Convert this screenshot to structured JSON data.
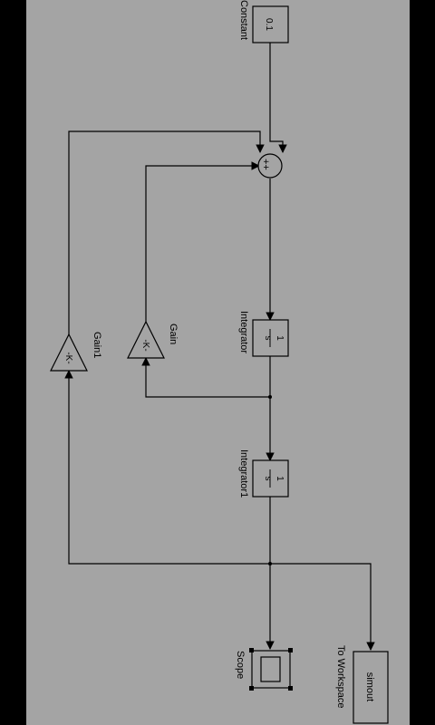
{
  "diagram": {
    "constant": {
      "label": "Constant",
      "value": "0.1"
    },
    "sum": {
      "signs": "++"
    },
    "integrator": {
      "label": "Integrator",
      "numerator": "1",
      "denominator": "s"
    },
    "integrator1": {
      "label": "Integrator1",
      "numerator": "1",
      "denominator": "s"
    },
    "gain": {
      "label": "Gain",
      "value": "-K-"
    },
    "gain1": {
      "label": "Gain1",
      "value": "-K-"
    },
    "scope": {
      "label": "Scope"
    },
    "to_workspace": {
      "label": "To Workspace",
      "value": "simout"
    }
  },
  "colors": {
    "canvas": "#a4a4a4",
    "frame": "#000000"
  }
}
